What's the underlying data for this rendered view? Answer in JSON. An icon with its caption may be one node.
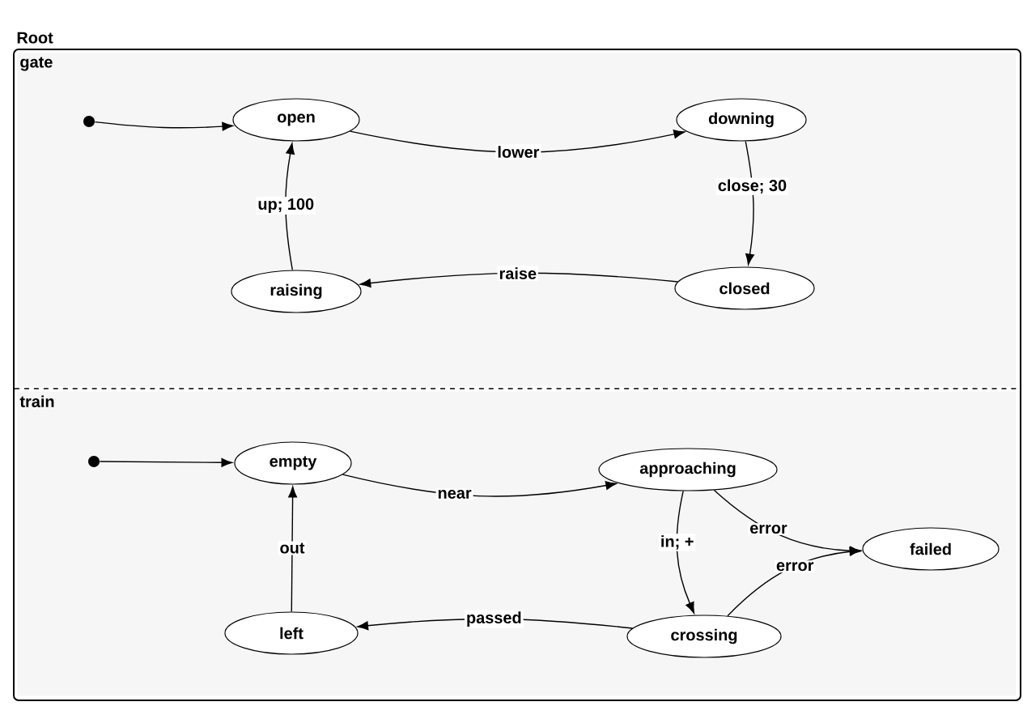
{
  "diagram": {
    "nodes": [
      {
        "text": [
          "Root"
        ]
      },
      {
        "text": [
          "gate"
        ],
        "in": 0
      },
      {
        "text": [
          "train"
        ],
        "in": 0
      },
      {
        "text": [],
        "shape": "circle",
        "in": 1
      },
      {
        "text": [
          "open"
        ],
        "in": 1
      },
      {
        "text": [
          "downing"
        ],
        "in": 1
      },
      {
        "text": [
          "raising"
        ],
        "in": 1
      },
      {
        "text": [
          "closed"
        ],
        "in": 1
      },
      {
        "text": [],
        "shape": "circle",
        "in": 2
      },
      {
        "text": [
          "empty"
        ],
        "in": 2
      },
      {
        "text": [
          "approaching"
        ],
        "in": 2
      },
      {
        "text": [
          "failed"
        ],
        "in": 2
      },
      {
        "text": [
          "left"
        ],
        "in": 2
      },
      {
        "text": [
          "crossing"
        ],
        "in": 2
      }
    ],
    "edges": [
      {
        "from": 3,
        "to": 4,
        "arrow": "to"
      },
      {
        "from": 4,
        "to": 5,
        "arrow": "to",
        "label": "lower"
      },
      {
        "from": 5,
        "to": 7,
        "arrow": "to",
        "label": "close; 30"
      },
      {
        "from": 7,
        "to": 6,
        "arrow": "to",
        "label": "raise"
      },
      {
        "from": 6,
        "to": 4,
        "arrow": "to",
        "label": "up; 100"
      },
      {
        "from": 8,
        "to": 9,
        "arrow": "to"
      },
      {
        "from": 9,
        "to": 10,
        "arrow": "to",
        "label": "near"
      },
      {
        "from": 10,
        "to": 13,
        "arrow": "to",
        "label": "in; +"
      },
      {
        "from": 13,
        "to": 12,
        "arrow": "to",
        "label": "passed"
      },
      {
        "from": 12,
        "to": 9,
        "arrow": "to",
        "label": "out"
      },
      {
        "from": 10,
        "to": 11,
        "arrow": "to",
        "label": "error"
      },
      {
        "from": 13,
        "to": 11,
        "arrow": "to",
        "label": "error"
      }
    ]
  }
}
